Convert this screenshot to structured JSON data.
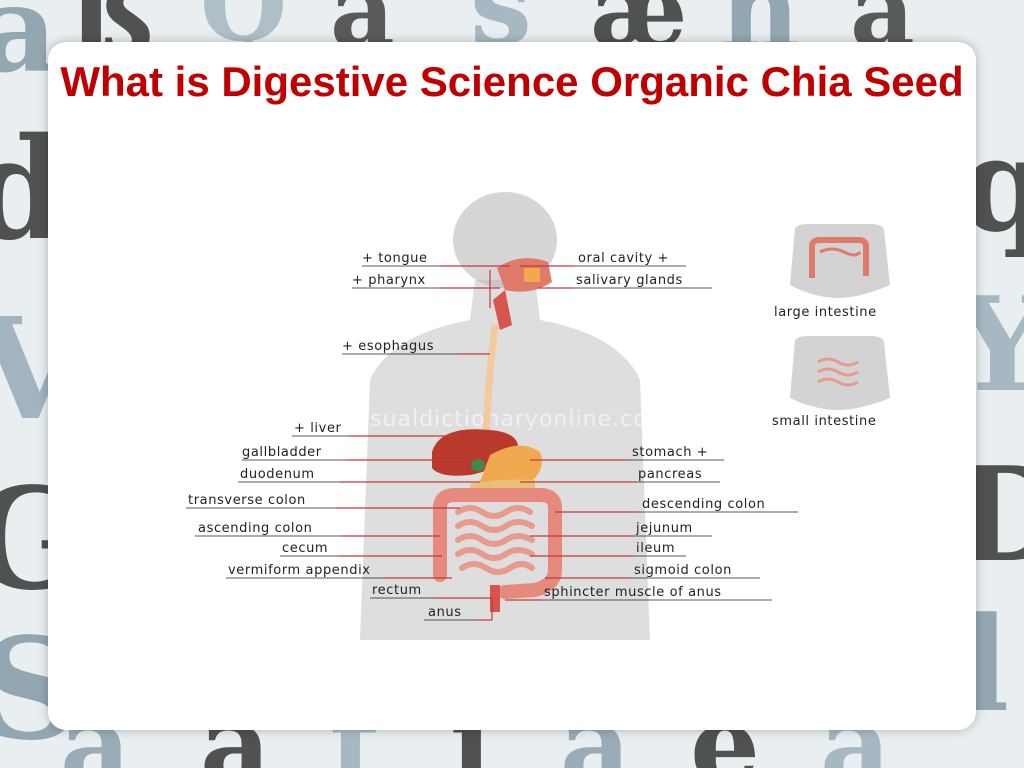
{
  "slide": {
    "title": "What is Digestive Science Organic Chia Seed"
  },
  "diagram": {
    "watermark": "www.visualdictionaryonline.com",
    "labels_left": [
      "+ tongue",
      "+ pharynx",
      "+ esophagus",
      "+ liver",
      "gallbladder",
      "duodenum",
      "transverse colon",
      "ascending colon",
      "cecum",
      "vermiform appendix",
      "rectum",
      "anus"
    ],
    "labels_right": [
      "oral cavity +",
      "salivary glands",
      "stomach +",
      "pancreas",
      "descending colon",
      "jejunum",
      "ileum",
      "sigmoid colon",
      "sphincter muscle of anus"
    ],
    "insets": [
      {
        "label": "large intestine"
      },
      {
        "label": "small intestine"
      }
    ]
  },
  "colors": {
    "title": "#c00000",
    "leader_lines": "#c23b3b",
    "silhouette": "#b5b5b5",
    "organ_red": "#d9534f",
    "organ_orange": "#f0a94e"
  }
}
